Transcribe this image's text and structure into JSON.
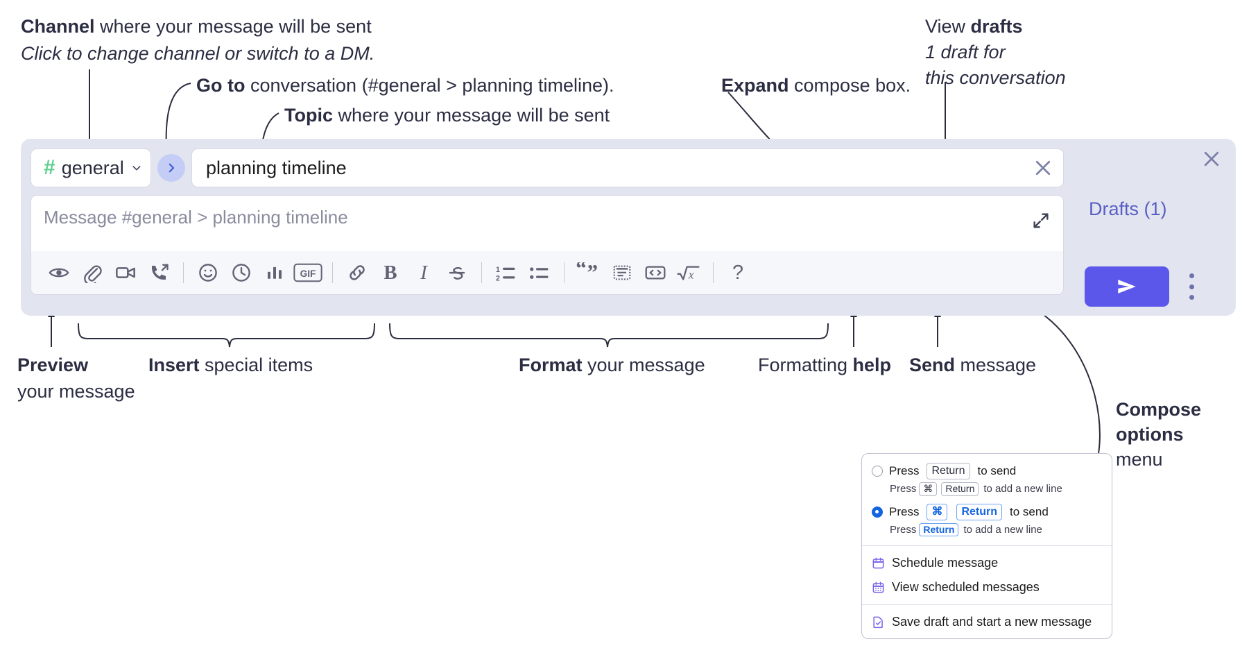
{
  "annotations": {
    "channel": {
      "bold": "Channel",
      "rest": " where your message will be sent",
      "italic": "Click to change channel or switch to a DM."
    },
    "goto": {
      "bold": "Go to",
      "rest": " conversation (#general > planning timeline)."
    },
    "topic": {
      "bold": "Topic",
      "rest": " where your message will be sent"
    },
    "expand": {
      "bold": "Expand",
      "rest": " compose box."
    },
    "drafts": {
      "normal": "View ",
      "bold": "drafts",
      "italic_line1": "1 draft for",
      "italic_line2": "this conversation"
    },
    "preview": {
      "bold": "Preview",
      "rest": "your message"
    },
    "insert": {
      "bold": "Insert",
      "rest": " special items"
    },
    "format": {
      "bold": "Format",
      "rest": " your message"
    },
    "help": {
      "normal": "Formatting ",
      "bold": "help"
    },
    "send": {
      "bold": "Send",
      "rest": " message"
    },
    "compose_options": {
      "bold1": "Compose",
      "bold2": "options",
      "normal": "menu"
    }
  },
  "compose": {
    "channel": {
      "hash": "#",
      "name": "general",
      "chevron": "chevron-down-icon"
    },
    "goto_button_label": "go-to-conversation-icon",
    "topic": {
      "value": "planning timeline",
      "clear_label": "clear-topic-icon"
    },
    "message": {
      "placeholder": "Message #general > planning timeline"
    },
    "expand_label": "expand-compose-icon",
    "close_label": "close-compose-icon",
    "drafts_label": "Drafts (1)",
    "send_label": "send-icon",
    "kebab_label": "compose-options-icon",
    "toolbar": [
      {
        "name": "preview-icon",
        "type": "icon"
      },
      {
        "name": "attachment-icon",
        "type": "icon"
      },
      {
        "name": "video-icon",
        "type": "icon"
      },
      {
        "name": "audio-clip-icon",
        "type": "icon"
      },
      {
        "name": "separator",
        "type": "sep"
      },
      {
        "name": "emoji-icon",
        "type": "icon"
      },
      {
        "name": "schedule-clock-icon",
        "type": "icon"
      },
      {
        "name": "poll-icon",
        "type": "icon"
      },
      {
        "name": "gif-icon",
        "type": "icon",
        "label": "GIF"
      },
      {
        "name": "separator",
        "type": "sep"
      },
      {
        "name": "link-icon",
        "type": "icon"
      },
      {
        "name": "bold-icon",
        "type": "icon",
        "label": "B"
      },
      {
        "name": "italic-icon",
        "type": "icon",
        "label": "I"
      },
      {
        "name": "strikethrough-icon",
        "type": "icon"
      },
      {
        "name": "separator",
        "type": "sep"
      },
      {
        "name": "ordered-list-icon",
        "type": "icon"
      },
      {
        "name": "bulleted-list-icon",
        "type": "icon"
      },
      {
        "name": "separator",
        "type": "sep"
      },
      {
        "name": "blockquote-icon",
        "type": "icon"
      },
      {
        "name": "code-block-icon",
        "type": "icon"
      },
      {
        "name": "inline-code-icon",
        "type": "icon"
      },
      {
        "name": "math-icon",
        "type": "icon"
      },
      {
        "name": "separator",
        "type": "sep"
      },
      {
        "name": "formatting-help-icon",
        "type": "icon",
        "label": "?"
      }
    ]
  },
  "options_menu": {
    "option1": {
      "pre": "Press",
      "key": "Return",
      "post": "to send",
      "hint_pre": "Press",
      "hint_key1": "⌘",
      "hint_key2": "Return",
      "hint_post": "to add a new line",
      "selected": false
    },
    "option2": {
      "pre": "Press",
      "key1": "⌘",
      "key2": "Return",
      "post": "to send",
      "hint_pre": "Press",
      "hint_key": "Return",
      "hint_post": "to add a new line",
      "selected": true
    },
    "items": [
      {
        "icon": "calendar-icon",
        "label": "Schedule message"
      },
      {
        "icon": "calendar-grid-icon",
        "label": "View scheduled messages"
      },
      {
        "icon": "save-draft-icon",
        "label": "Save draft and start a new message"
      }
    ]
  },
  "colors": {
    "panel_bg": "#e2e4f0",
    "send_purple": "#5b57ea",
    "drafts_text": "#585fc4",
    "hash_green": "#5ecf8f",
    "goto_circle": "#c3cdf6",
    "radio_blue": "#1264e0",
    "menu_icon_purple": "#7a63e8"
  }
}
